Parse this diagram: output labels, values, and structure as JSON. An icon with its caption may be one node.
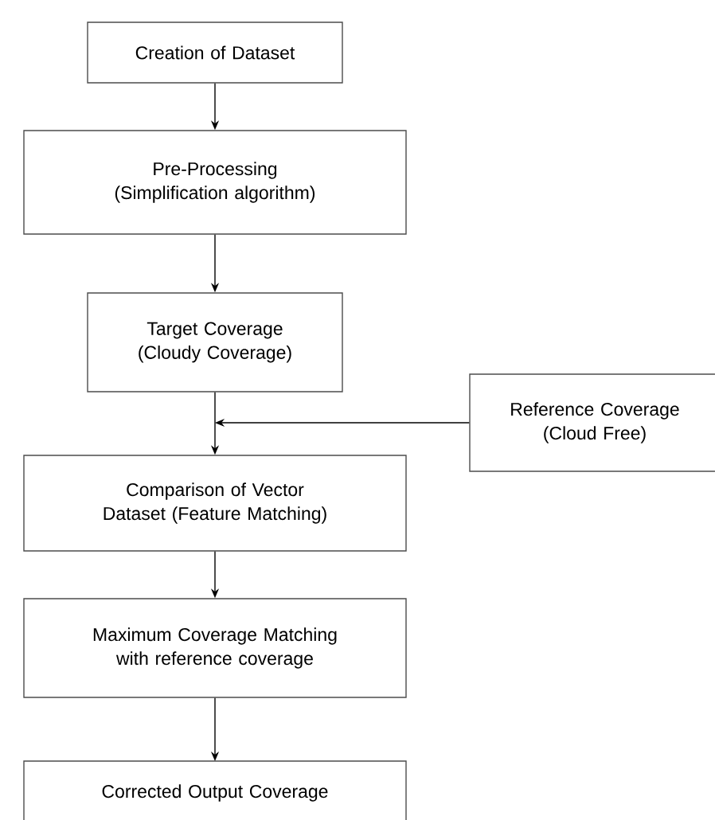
{
  "diagram": {
    "nodes": [
      {
        "text": [
          "Creation of Dataset"
        ]
      },
      {
        "text": [
          "Pre-Processing (Simplification algorithm)"
        ]
      },
      {
        "text": [
          "Target Coverage (Cloudy Coverage)"
        ]
      },
      {
        "text": [
          "Reference Coverage (Cloud Free)"
        ]
      },
      {
        "text": [
          "Comparison of Vector Dataset (Feature Matching)"
        ]
      },
      {
        "text": [
          "Maximum Coverage Matching with reference coverage"
        ]
      },
      {
        "text": [
          "Corrected Output Coverage"
        ]
      }
    ],
    "edges": [
      {
        "from": 0,
        "to": 1,
        "arrow": "to"
      },
      {
        "from": 1,
        "to": 2,
        "arrow": "to"
      },
      {
        "from": 2,
        "to": 4,
        "arrow": "to"
      },
      {
        "from": 3,
        "to": 4,
        "arrow": "to"
      },
      {
        "from": 4,
        "to": 5,
        "arrow": "to"
      },
      {
        "from": 5,
        "to": 6,
        "arrow": "to"
      }
    ]
  }
}
